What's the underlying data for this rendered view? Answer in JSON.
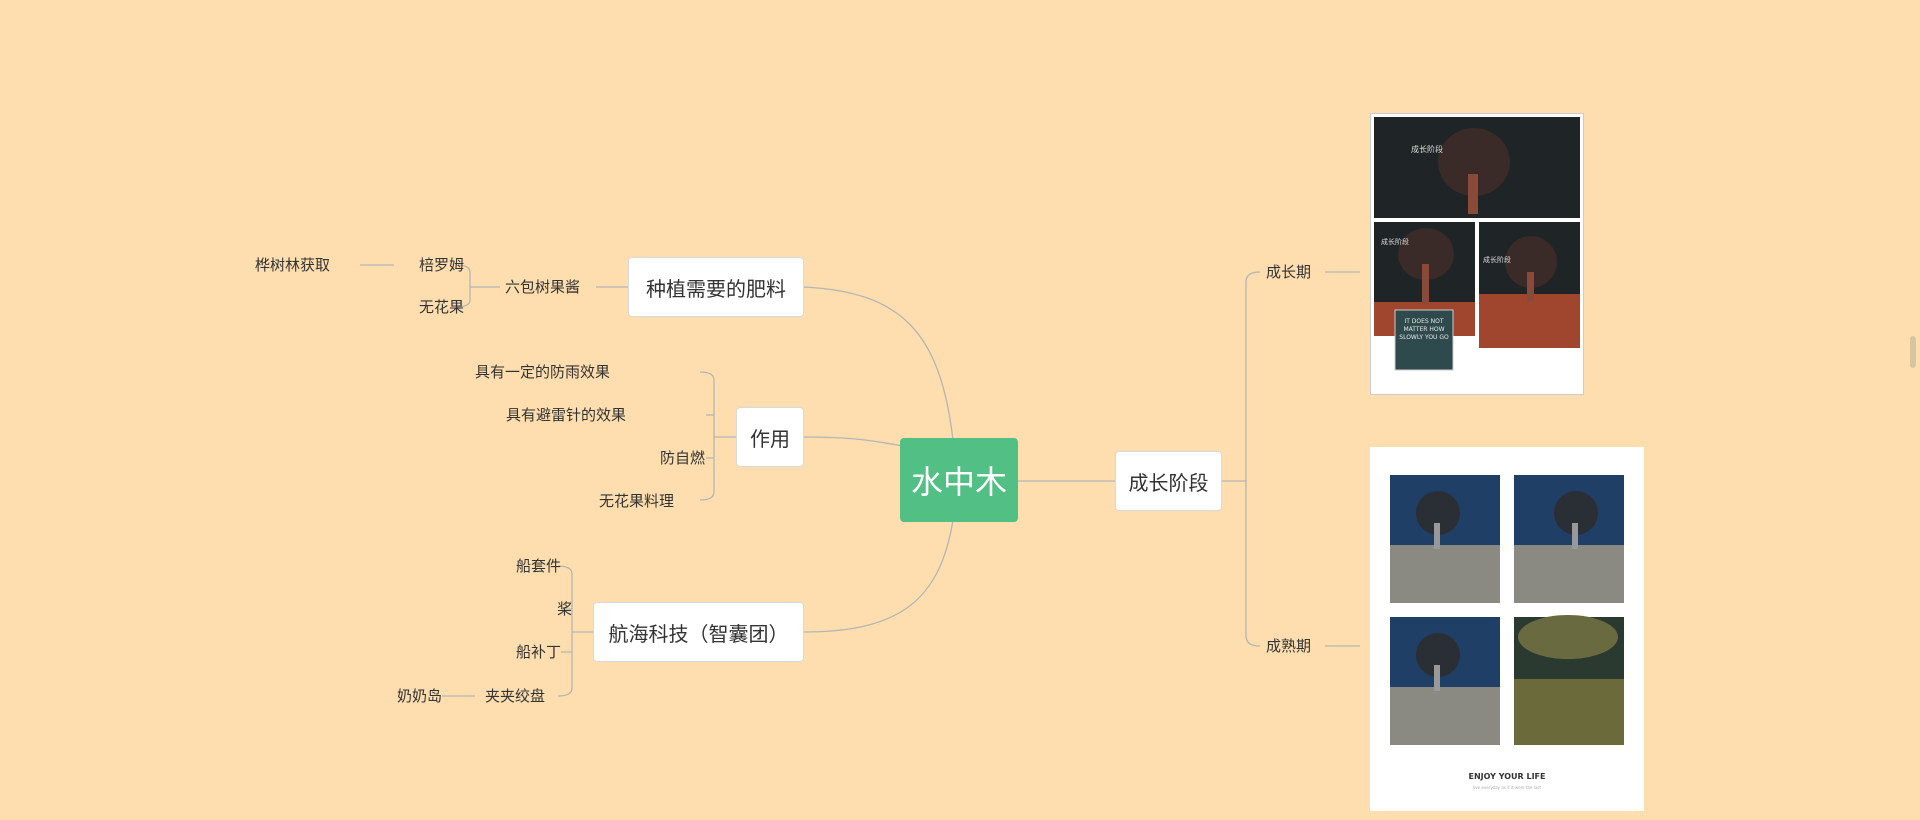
{
  "root": {
    "label": "水中木"
  },
  "left": {
    "fertilizer": {
      "label": "种植需要的肥料",
      "child": "六包树果酱",
      "sub": [
        "棓罗姆",
        "无花果"
      ],
      "source": "桦树林获取"
    },
    "usage": {
      "label": "作用",
      "items": [
        "具有一定的防雨效果",
        "具有避雷针的效果",
        "防自燃",
        "无花果料理"
      ]
    },
    "tech": {
      "label": "航海科技（智囊团）",
      "items": [
        "船套件",
        "桨",
        "船补丁",
        "夹夹绞盘"
      ],
      "source": "奶奶岛"
    }
  },
  "right": {
    "stage": {
      "label": "成长阶段",
      "growth": "成长期",
      "mature": "成熟期"
    }
  },
  "images": {
    "growth": {
      "caption1": "成长阶段",
      "caption2": "成长阶段",
      "caption3": "成长阶段",
      "sign": "IT DOES NOT MATTER HOW SLOWLY YOU GO"
    },
    "mature": {
      "footer": "ENJOY YOUR LIFE",
      "subfooter": "live everyday as if it were the last"
    }
  },
  "colors": {
    "background": "#fedeae",
    "root": "#52c084",
    "line": "#b5b5b5"
  }
}
